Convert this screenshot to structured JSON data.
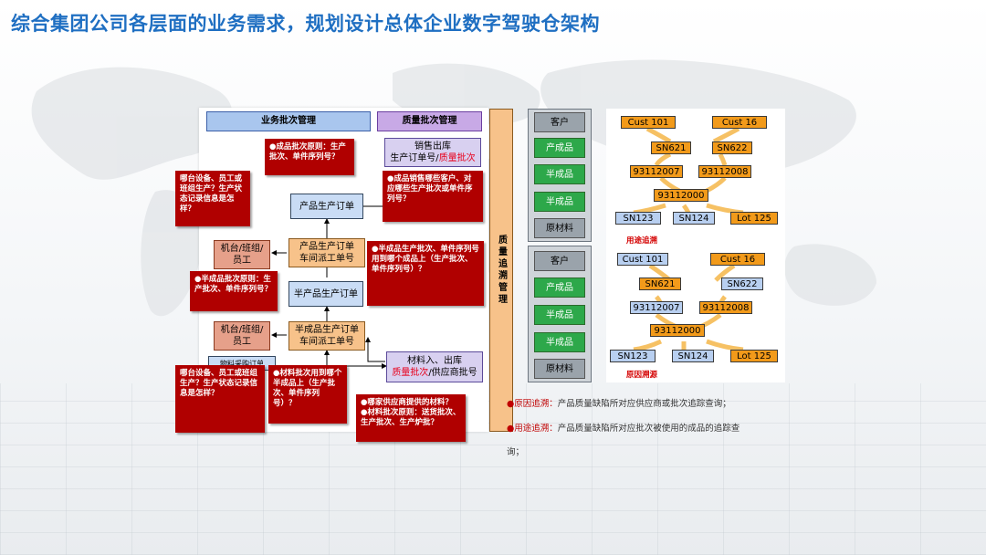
{
  "title": "综合集团公司各层面的业务需求，规划设计总体企业数字驾驶仓架构",
  "left_panel": {
    "header_business": "业务批次管理",
    "header_quality": "质量批次管理",
    "box_sales": {
      "line1": "销售出库",
      "line2a": "生产订单号/",
      "line2b": "质量批次"
    },
    "box_product_order": "产品生产订单",
    "box_machine1": {
      "line1": "机台/班组/",
      "line2": "员工"
    },
    "box_product_dispatch": {
      "line1": "产品生产订单",
      "line2": "车间派工单号"
    },
    "box_semi_order": "半产品生产订单",
    "box_machine2": {
      "line1": "机台/班组/",
      "line2": "员工"
    },
    "box_semi_dispatch": {
      "line1": "半成品生产订单",
      "line2": "车间派工单号"
    },
    "box_material": {
      "line1": "材料入、出库",
      "line2a": "质量批次",
      "line2b": "/供应商批号"
    },
    "box_hidden": "物料采购订单",
    "notes": {
      "n1": "●成品批次原则：生产批次、单件序列号？",
      "n2": "哪台设备、员工或班组生产？生产状态记录信息是怎样？",
      "n3": "●成品销售哪些客户、对应哪些生产批次或单件序列号？",
      "n4": "●半成品生产批次、单件序列号用到哪个成品上（生产批次、单件序列号）？",
      "n5": "●半成品批次原则：生产批次、单件序列号？",
      "n6": "哪台设备、员工或班组生产？生产状态记录信息是怎样？",
      "n7": "●材料批次用到哪个半成品上（生产批次、单件序列号）？",
      "n8a": "●哪家供应商提供的材料？",
      "n8b": "●材料批次原则：送货批次、生产批次、生产炉批？"
    }
  },
  "vertical_label": "质量追溯管理",
  "stack_top": [
    "客户",
    "产成品",
    "半成品",
    "半成品",
    "原材料"
  ],
  "stack_bottom": [
    "客户",
    "产成品",
    "半成品",
    "半成品",
    "原材料"
  ],
  "trace_top": {
    "row1": [
      "Cust 101",
      "Cust 16"
    ],
    "row2": [
      "SN621",
      "SN622"
    ],
    "row3": [
      "93112007",
      "93112008"
    ],
    "row4": [
      "93112000"
    ],
    "row5": [
      "SN123",
      "SN124",
      "Lot 125"
    ],
    "label": "用途追溯"
  },
  "trace_bottom": {
    "row1": [
      "Cust 101",
      "Cust 16"
    ],
    "row2": [
      "SN621",
      "SN622"
    ],
    "row3": [
      "93112007",
      "93112008"
    ],
    "row4": [
      "93112000"
    ],
    "row5": [
      "SN123",
      "SN124",
      "Lot 125"
    ],
    "label": "原因溯源"
  },
  "legend": {
    "l1_head": "●原因追溯：",
    "l1_text": "产品质量缺陷所对应供应商或批次追踪查询；",
    "l2_head": "●用途追溯：",
    "l2_text": "产品质量缺陷所对应批次被使用的成品的追踪查",
    "l2_tail": "询；"
  },
  "colors": {
    "title": "#1f6fc2",
    "note_red": "#b00000",
    "green": "#2da84a",
    "orange": "#f29a1a"
  }
}
